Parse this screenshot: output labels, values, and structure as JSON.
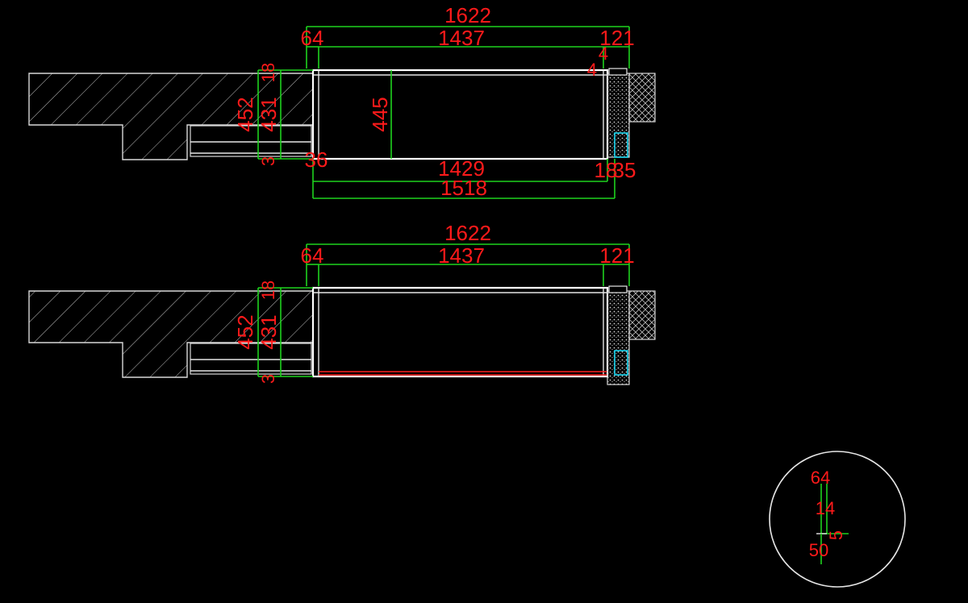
{
  "plan_top": {
    "overall_width": "1622",
    "left_offset": "64",
    "inner_width": "1437",
    "right_offset": "121",
    "small_top": "4",
    "small_top_right": "4",
    "top_thickness": "18",
    "total_depth": "452",
    "inner_depth": "431",
    "bottom_thickness": "3",
    "mid_depth": "445",
    "left_bottom": "36",
    "bottom_inner": "1429",
    "bottom_right_a": "18",
    "bottom_right_b": "35",
    "bottom_total": "1518"
  },
  "plan_bottom": {
    "overall_width": "1622",
    "left_offset": "64",
    "inner_width": "1437",
    "right_offset": "121",
    "top_thickness": "18",
    "total_depth": "452",
    "inner_depth": "431",
    "bottom_thickness": "3"
  },
  "detail": {
    "dim_a": "64",
    "dim_b": "14",
    "dim_c": "5",
    "dim_d": "50"
  },
  "colors": {
    "background": "#000000",
    "dimension_text": "#ff1a1a",
    "dimension_line": "#1ed31e",
    "outline": "#e6e6e6",
    "accent_cyan": "#19d6f0",
    "accent_red": "#ff2020"
  }
}
